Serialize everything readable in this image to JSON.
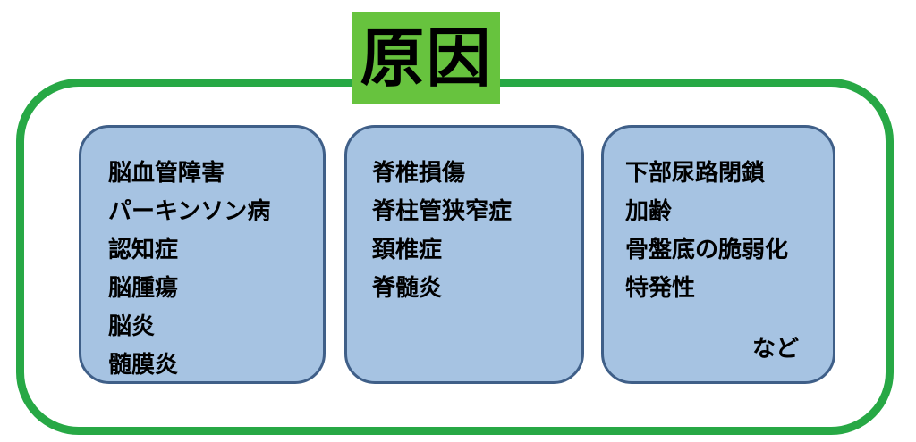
{
  "title": "原因",
  "panels": [
    {
      "items": [
        "脳血管障害",
        "パーキンソン病",
        "認知症",
        "脳腫瘍",
        "脳炎",
        "髄膜炎"
      ]
    },
    {
      "items": [
        "脊椎損傷",
        "脊柱管狭窄症",
        "頚椎症",
        "脊髄炎"
      ]
    },
    {
      "items": [
        "下部尿路閉鎖",
        "加齢",
        "骨盤底の脆弱化",
        "特発性"
      ],
      "note": "など"
    }
  ],
  "colors": {
    "frame": "#27a845",
    "title_bg": "#67c33e",
    "panel_fill": "#a6c3e2",
    "panel_border": "#3f5f88"
  }
}
